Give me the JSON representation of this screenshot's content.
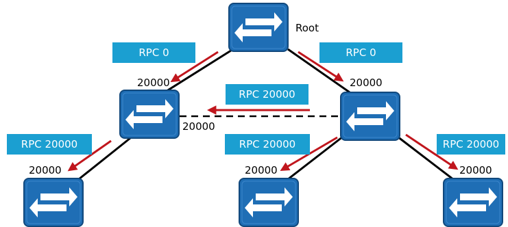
{
  "diagram": {
    "root_label": "Root",
    "rpc_labels": {
      "left_top": "RPC 0",
      "right_top": "RPC 0",
      "middle": "RPC 20000",
      "far_left": "RPC 20000",
      "lower_middle": "RPC 20000",
      "far_right": "RPC 20000"
    },
    "cost_labels": {
      "left_switch": "20000",
      "right_switch": "20000",
      "blocked_port": "20000",
      "bottom_left": "20000",
      "bottom_middle": "20000",
      "bottom_right": "20000"
    },
    "colors": {
      "switch_fill": "#1f6eb5",
      "switch_border": "#11487c",
      "label_bg": "#1b9fd1",
      "arrow": "#c0161d",
      "link": "#000000"
    },
    "icons": {
      "switch": "switch-icon",
      "arrow": "red-arrow"
    }
  }
}
